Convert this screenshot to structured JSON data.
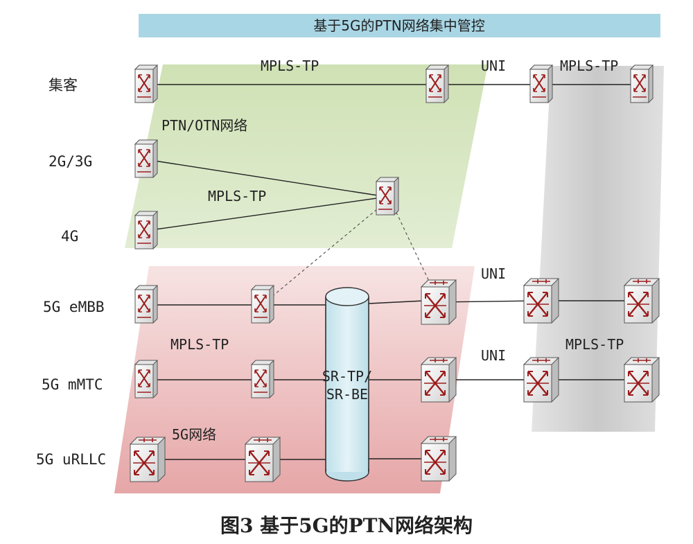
{
  "banner": {
    "title": "基于5G的PTN网络集中管控"
  },
  "rows": [
    {
      "id": "jike",
      "label": "集客"
    },
    {
      "id": "2g3g",
      "label": "2G/3G"
    },
    {
      "id": "4g",
      "label": "4G"
    },
    {
      "id": "embb",
      "label": "5G eMBB"
    },
    {
      "id": "mmtc",
      "label": "5G mMTC"
    },
    {
      "id": "urllc",
      "label": "5G uRLLC"
    }
  ],
  "zones": {
    "ptn_otn": "PTN/OTN网络",
    "g5": "5G网络"
  },
  "protocols": {
    "top_mpls": "MPLS-TP",
    "top_uni": "UNI",
    "top_right_mpls": "MPLS-TP",
    "mid_mpls": "MPLS-TP",
    "embb_uni": "UNI",
    "lower_mpls": "MPLS-TP",
    "mmtc_uni": "UNI",
    "right_mpls": "MPLS-TP"
  },
  "cylinder": {
    "line1": "SR-TP/",
    "line2": "SR-BE"
  },
  "caption": "图3   基于5G的PTN网络架构",
  "colors": {
    "banner": "#a9d6e5",
    "green_zone": "#d6e6bf",
    "red_zone_top": "#f6dede",
    "red_zone_bottom": "#e8aaab",
    "gray_zone": "#cfcfcf",
    "cylinder": "#cfe8ef",
    "switch_arrow": "#9b1c1c"
  }
}
